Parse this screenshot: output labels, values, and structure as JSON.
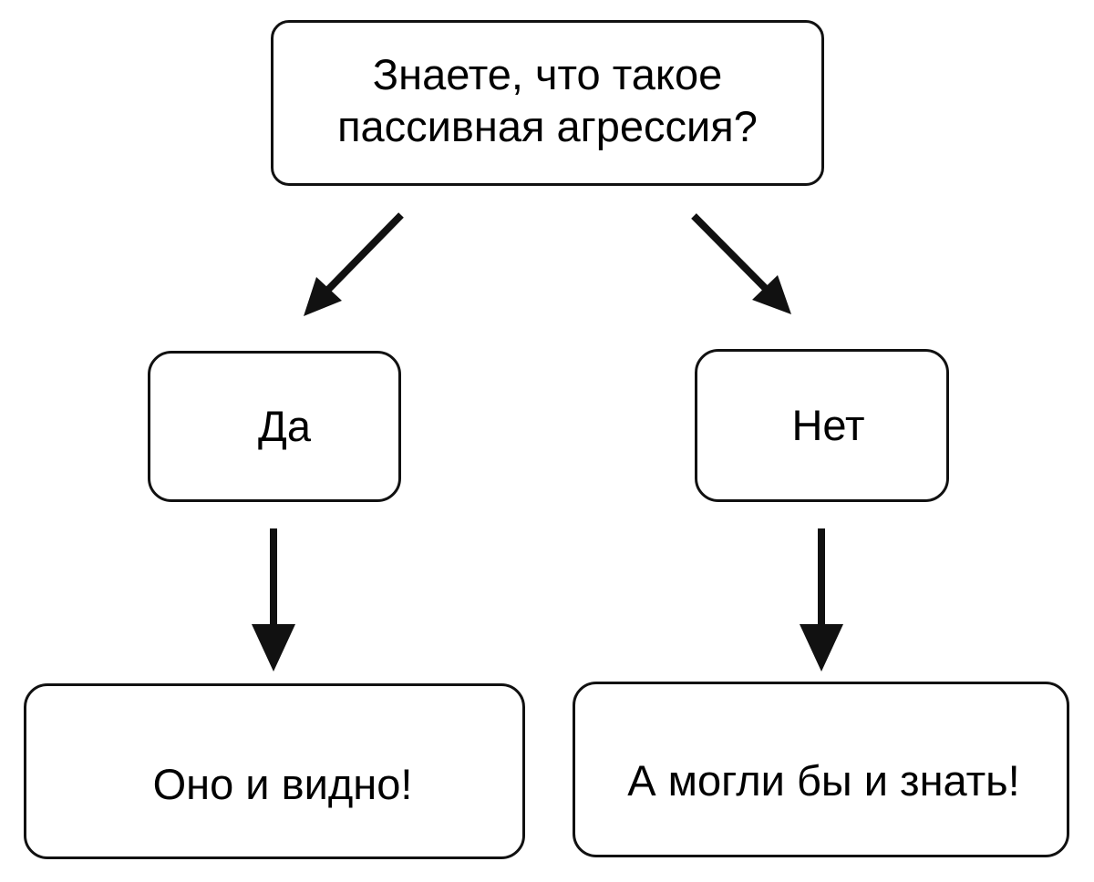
{
  "diagram": {
    "type": "flowchart",
    "title": "Знаете, что такое пассивная агрессия?",
    "background_color": "#ffffff",
    "line_color": "#111111",
    "text_color": "#000000",
    "nodes": [
      {
        "id": "question",
        "label": "Знаете, что такое\nпассивная агрессия?",
        "shape": "rounded-rectangle"
      },
      {
        "id": "yes",
        "label": "Да",
        "shape": "rounded-rectangle"
      },
      {
        "id": "no",
        "label": "Нет",
        "shape": "rounded-rectangle"
      },
      {
        "id": "yes-result",
        "label": "Оно и видно!",
        "shape": "rounded-rectangle"
      },
      {
        "id": "no-result",
        "label": "А могли бы и знать!",
        "shape": "rounded-rectangle"
      }
    ],
    "edges": [
      {
        "id": "question-to-yes",
        "from": "question",
        "to": "yes",
        "label": "",
        "style": "diagonal-arrow"
      },
      {
        "id": "question-to-no",
        "from": "question",
        "to": "no",
        "label": "",
        "style": "diagonal-arrow"
      },
      {
        "id": "yes-to-yes-result",
        "from": "yes",
        "to": "yes-result",
        "label": "",
        "style": "vertical-arrow"
      },
      {
        "id": "no-to-no-result",
        "from": "no",
        "to": "no-result",
        "label": "",
        "style": "vertical-arrow"
      }
    ]
  }
}
